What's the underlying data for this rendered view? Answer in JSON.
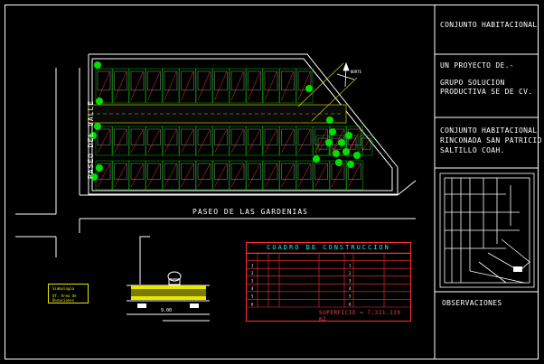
{
  "title_block": {
    "project_title": "CONJUNTO HABITACIONAL",
    "proyecto_line": "UN PROYECTO DE.-",
    "company_line1": "GRUPO SOLUCION",
    "company_line2": "PRODUCTIVA SE DE CV.",
    "location_line1": "CONJUNTO HABITACIONAL",
    "location_line2": "RINCONADA SAN PATRICIO",
    "location_line3": "SALTILLO COAH.",
    "observaciones": "OBSERVACIONES"
  },
  "roads": {
    "left": "PASEO DEL VALLE",
    "bottom": "PASEO DE LAS GARDENIAS"
  },
  "construction_table": {
    "title": "CUADRO DE CONSTRUCCION",
    "total": "SUPERFICIE = 7,321.129 m2",
    "row_ids": [
      "1",
      "2",
      "3",
      "4",
      "5",
      "6"
    ]
  },
  "section": {
    "dimension": "9.00"
  },
  "legend": {
    "title": "Simbologia",
    "line": "Of. Area de Donaciones"
  },
  "north": {
    "label": "NORTE"
  },
  "colors": {
    "background": "#000000",
    "lines_white": "#ffffff",
    "lots_green": "#00c000",
    "lots_red": "#ff3030",
    "cyan": "#00ffff",
    "yellow": "#e8e800",
    "magenta": "#ff00ff",
    "trees_green": "#00e000"
  }
}
